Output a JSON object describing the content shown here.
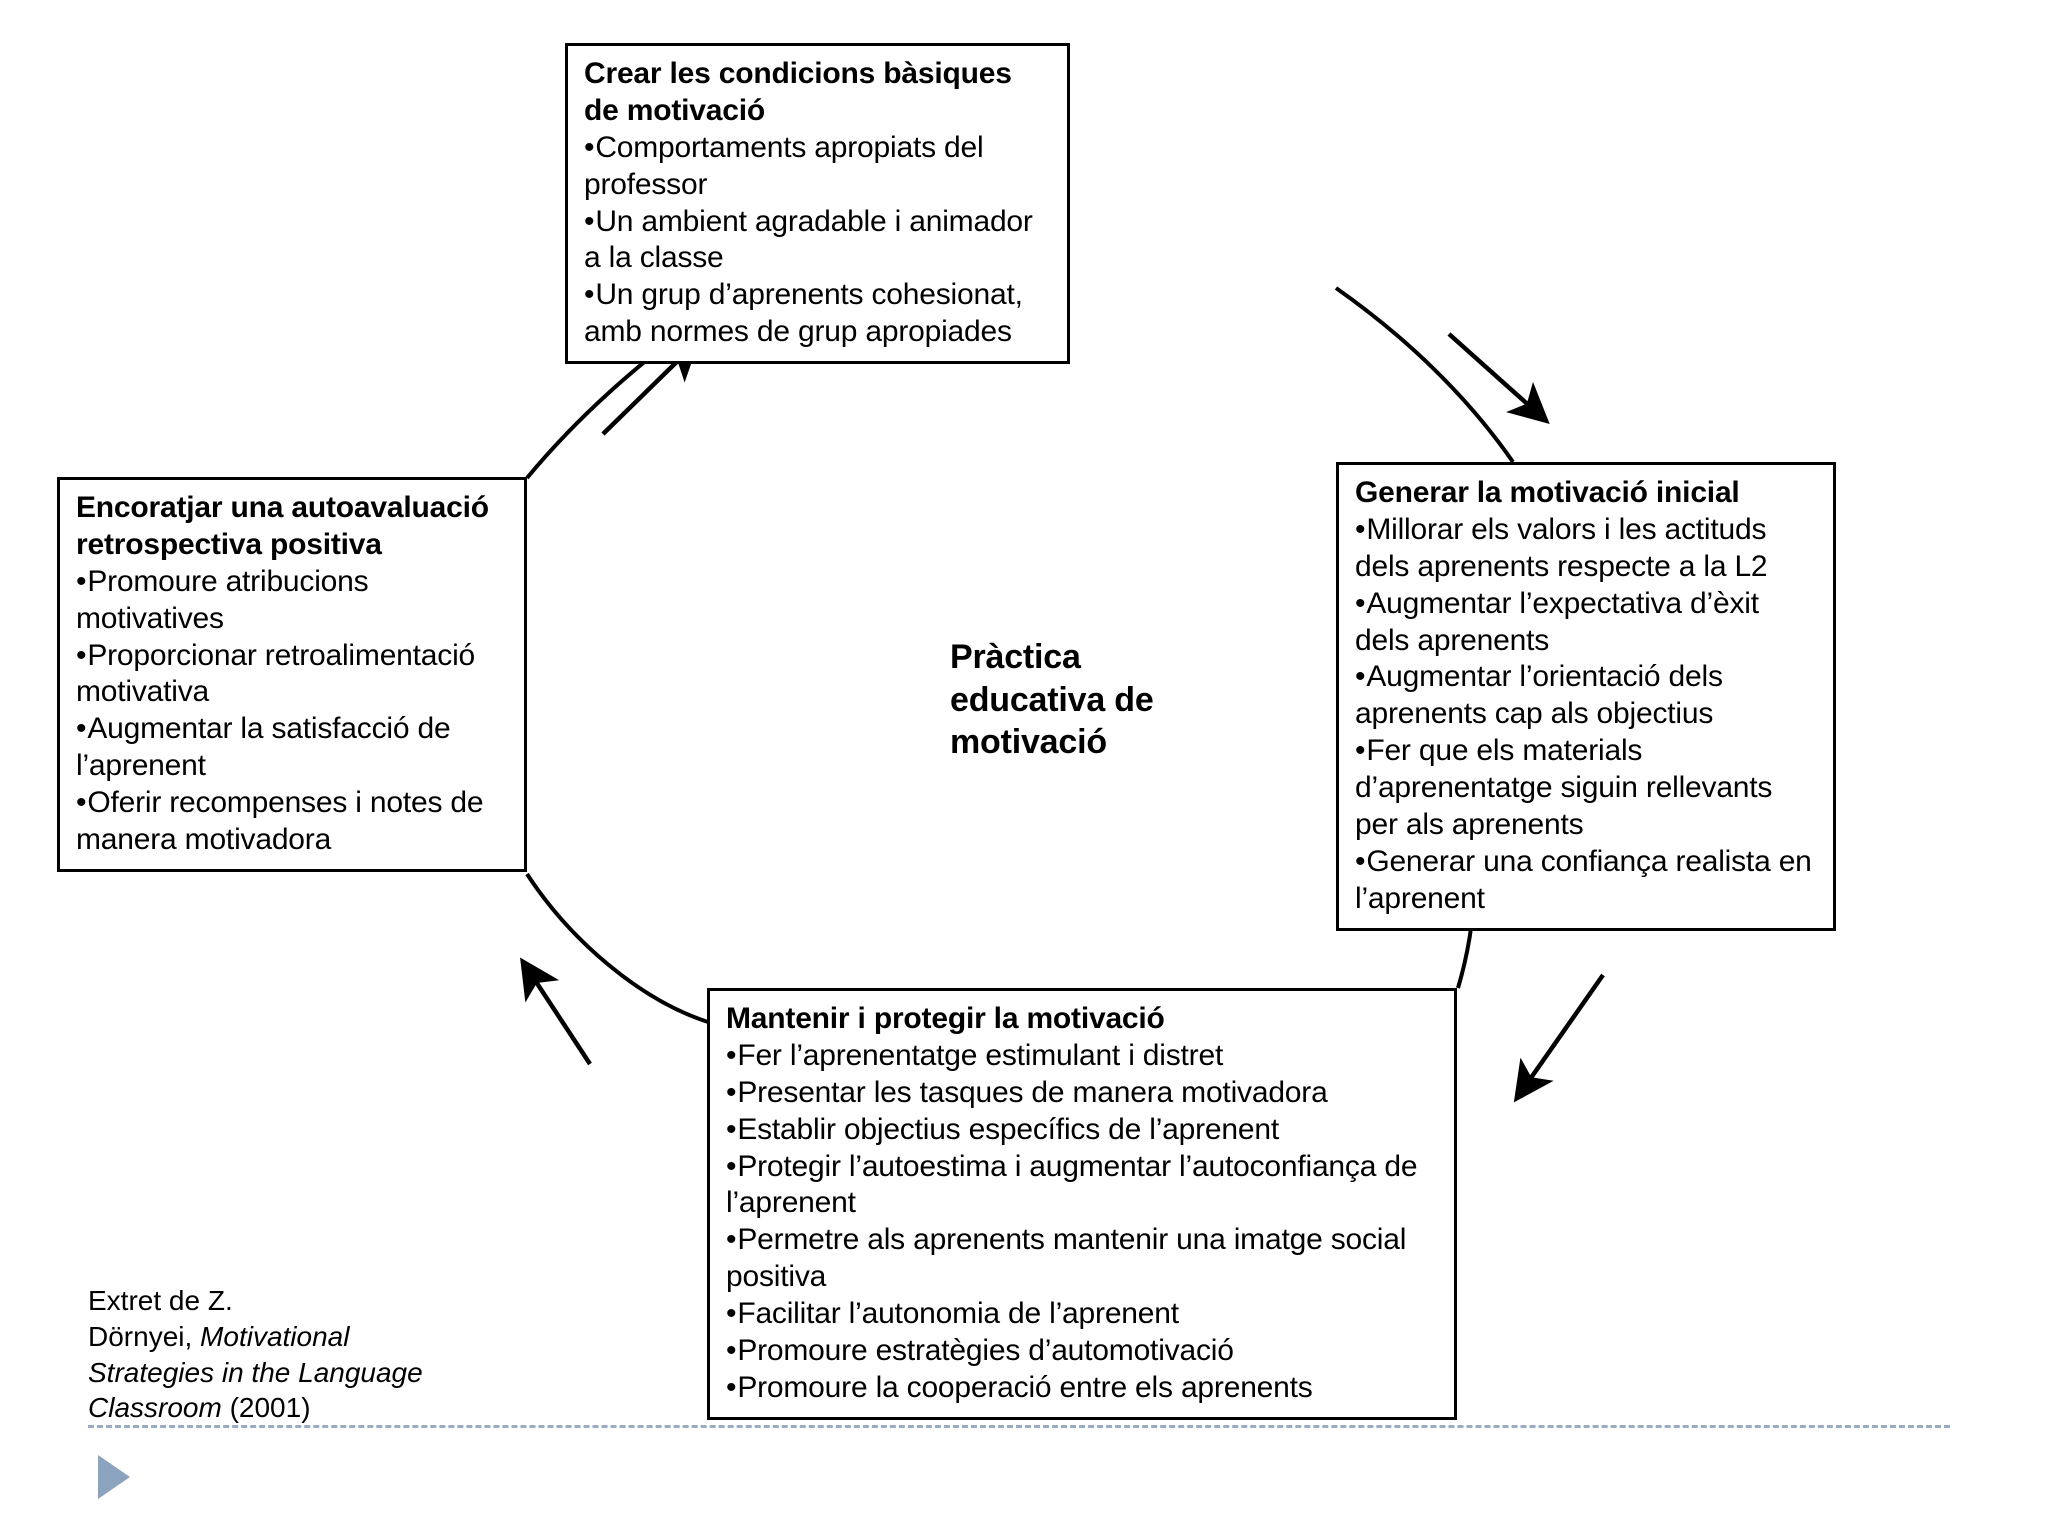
{
  "center": {
    "line1": "Pràctica",
    "line2": "educativa de",
    "line3": "motivació"
  },
  "nodes": {
    "top": {
      "title": "Crear les condicions bàsiques de motivació",
      "items": [
        "Comportaments apropiats del professor",
        "Un ambient agradable i animador a la classe",
        "Un grup d’aprenents cohesionat, amb normes de grup apropiades"
      ]
    },
    "right": {
      "title": "Generar la motivació inicial",
      "items": [
        "Millorar els valors i les actituds dels aprenents respecte a la L2",
        "Augmentar l’expectativa d’èxit dels aprenents",
        "Augmentar l’orientació dels aprenents cap als objectius",
        "Fer que els materials d’aprenentatge siguin rellevants per als aprenents",
        "Generar una confiança realista en l’aprenent"
      ]
    },
    "bottom": {
      "title": "Mantenir i protegir la motivació",
      "items": [
        "Fer l’aprenentatge estimulant i distret",
        "Presentar les tasques de manera motivadora",
        "Establir objectius específics de l’aprenent",
        "Protegir l’autoestima i augmentar l’autoconfiança de l’aprenent",
        "Permetre als aprenents mantenir una imatge social positiva",
        "Facilitar l’autonomia de l’aprenent",
        "Promoure estratègies d’automotivació",
        "Promoure la cooperació entre els aprenents"
      ]
    },
    "left": {
      "title": "Encoratjar una autoavaluació retrospectiva positiva",
      "items": [
        "Promoure atribucions motivatives",
        "Proporcionar retroalimentació motivativa",
        "Augmentar la satisfacció de l’aprenent",
        "Oferir recompenses i notes de manera motivadora"
      ]
    }
  },
  "attribution": {
    "line1": "Extret de Z.",
    "line2_plain": "Dörnyei, ",
    "line2_italic": "Motivational",
    "line3_italic": "Strategies in the Language",
    "line4_italic": "Classroom",
    "line4_plain": " (2001)"
  },
  "colors": {
    "stroke": "#000000",
    "background": "#ffffff",
    "rule": "#9aabc2",
    "marker": "#8ba3bf"
  }
}
